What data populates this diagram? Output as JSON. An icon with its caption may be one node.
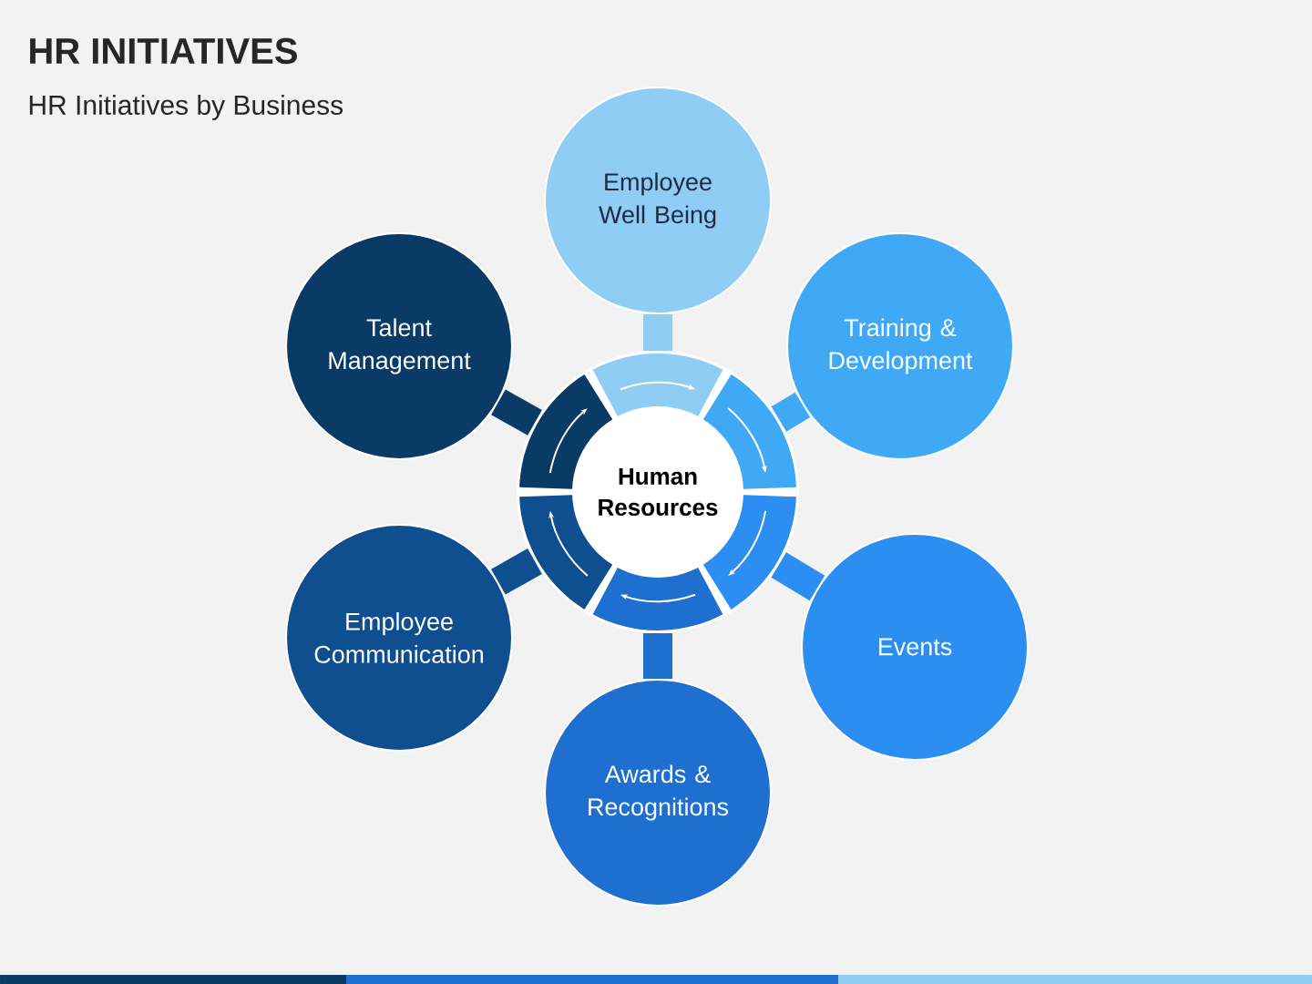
{
  "diagram": {
    "title": "HR INITIATIVES",
    "caption": "HR Initiatives by Business",
    "nodes": [
      {
        "text": [
          "Human Resources"
        ]
      },
      {
        "text": [
          "Employee Well Being"
        ]
      },
      {
        "text": [
          "Training & Development"
        ]
      },
      {
        "text": [
          "Events"
        ]
      },
      {
        "text": [
          "Awards & Recognitions"
        ]
      },
      {
        "text": [
          "Employee Communication"
        ]
      },
      {
        "text": [
          "Talent Management"
        ]
      }
    ],
    "edges": [
      {
        "from": 0,
        "to": 1,
        "arrow": "none",
        "color": "#8fcdf5"
      },
      {
        "from": 0,
        "to": 2,
        "arrow": "none",
        "color": "#3fa9f5"
      },
      {
        "from": 0,
        "to": 3,
        "arrow": "none",
        "color": "#2b8ef0"
      },
      {
        "from": 0,
        "to": 4,
        "arrow": "none",
        "color": "#1e6fd0"
      },
      {
        "from": 0,
        "to": 5,
        "arrow": "none",
        "color": "#0f4f8f"
      },
      {
        "from": 0,
        "to": 6,
        "arrow": "none",
        "color": "#0a3a66"
      }
    ]
  }
}
